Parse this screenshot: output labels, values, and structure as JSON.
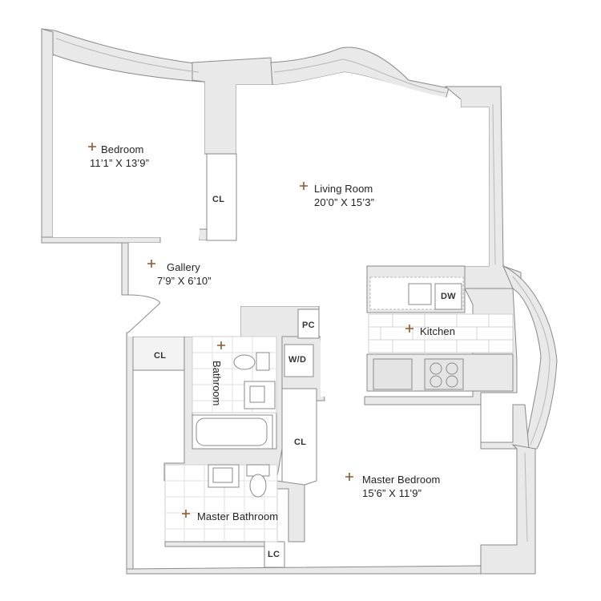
{
  "rooms": {
    "bedroom": {
      "name": "Bedroom",
      "dims": "11’1” X 13’9”"
    },
    "living_room": {
      "name": "Living Room",
      "dims": "20’0” X 15’3”"
    },
    "gallery": {
      "name": "Gallery",
      "dims": "7’9” X 6’10”"
    },
    "kitchen": {
      "name": "Kitchen"
    },
    "bathroom": {
      "name": "Bathroom"
    },
    "master_bedroom": {
      "name": "Master Bedroom",
      "dims": "15’6” X 11’9”"
    },
    "master_bathroom": {
      "name": "Master Bathroom"
    }
  },
  "labels": {
    "closet": "CL",
    "pantry": "PC",
    "washer_dryer": "W/D",
    "dishwasher": "DW",
    "linen_closet": "LC"
  },
  "colors": {
    "wall": "#e9e9ea",
    "wall_line": "#8a8a8a",
    "marker": "#8a5a2e",
    "fixture_line": "#9a9a9a"
  }
}
